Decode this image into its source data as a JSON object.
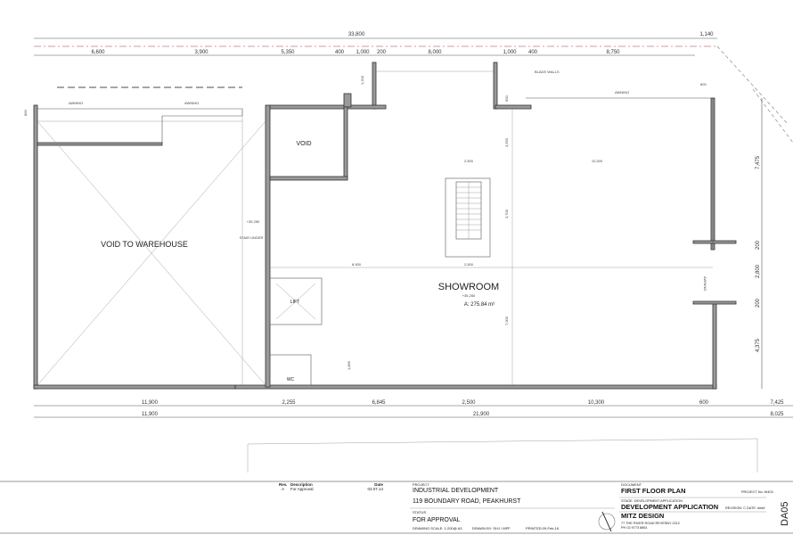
{
  "plan": {
    "rooms": {
      "void_warehouse": "VOID TO WAREHOUSE",
      "void": "VOID",
      "stair_under": "STAIR UNDER",
      "showroom": "SHOWROOM",
      "showroom_area": "A: 275.84 m²",
      "showroom_rl": "+35,250",
      "stair_rl": "+35,250",
      "lift": "LIFT",
      "wc": "WC"
    },
    "labels": {
      "awning_1": "AWNING",
      "awning_2": "AWNING",
      "awning_3": "AWNING",
      "awning_4": "AWNING",
      "blade_walls": "BLADE WALLS"
    },
    "dims_top": {
      "overall": "33,800",
      "overhang": "1,140",
      "row2": [
        "6,600",
        "3,900",
        "5,350",
        "400",
        "1,000",
        "200",
        "8,000",
        "1,000",
        "400",
        "8,750"
      ]
    },
    "dims_bottom": {
      "row1": [
        "11,900",
        "2,255",
        "6,845",
        "2,500",
        "10,300",
        "600",
        "7,425"
      ],
      "row2": [
        "11,900",
        "21,900",
        "8,025"
      ]
    },
    "dims_right": [
      "7,475",
      "200",
      "2,800",
      "200",
      "4,375"
    ],
    "dims_interior": [
      "2,500",
      "10,300",
      "3,550",
      "3,700",
      "8,900",
      "2,500",
      "7,000",
      "1,865",
      "1,200",
      "800",
      "800",
      "600"
    ]
  },
  "title_block": {
    "rev_header": "Rev.",
    "desc_header": "Description",
    "date_header": "Date",
    "rev": "A",
    "rev_desc": "For Approval",
    "rev_date": "03.07.14",
    "project_label": "PROJECT",
    "project_name": "INDUSTRIAL DEVELOPMENT",
    "project_address": "119 BOUNDARY ROAD, PEAKHURST",
    "status_label": "STATUS",
    "status": "FOR APPROVAL",
    "scale": "DRAWING SCALE:   1:200@ A3",
    "drawn_by": "DRAWN BY:  SHJ / MPF",
    "printed": "PRINTED:09-Feb-16",
    "document_label": "DOCUMENT",
    "document": "FIRST FLOOR PLAN",
    "project_no": "PROJECT No: W403",
    "stage_label": "STAGE: DEVELOPMENT APPLICATION",
    "stage": "DEVELOPMENT APPLICATION",
    "revision": "REVISION: C  DATE: ####",
    "firm": "MITZ DESIGN",
    "firm_address": "77 THE RIVER ROAD REVESBY 2212",
    "firm_phone": "PH 02 9773 8861",
    "sheet": "DA05"
  }
}
